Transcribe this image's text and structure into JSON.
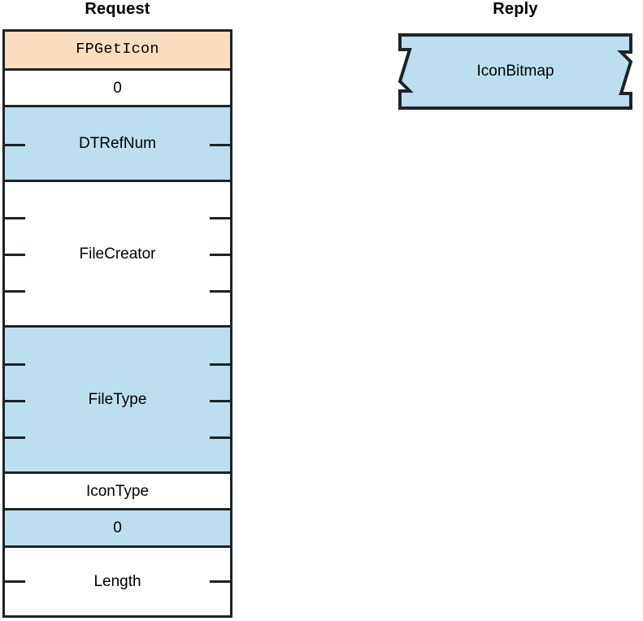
{
  "diagram": {
    "columns": {
      "request_title": "Request",
      "reply_title": "Reply"
    },
    "colors": {
      "command_fill": "#fadcbe",
      "alt_fill": "#bddeee",
      "plain_fill": "#ffffff",
      "stroke": "#1d2327"
    },
    "request_fields": [
      {
        "label": "FPGetIcon",
        "fill": "command",
        "mono": true,
        "ticks": 0
      },
      {
        "label": "0",
        "fill": "plain",
        "mono": false,
        "ticks": 0
      },
      {
        "label": "DTRefNum",
        "fill": "alt",
        "mono": false,
        "ticks": 1
      },
      {
        "label": "FileCreator",
        "fill": "plain",
        "mono": false,
        "ticks": 3
      },
      {
        "label": "FileType",
        "fill": "alt",
        "mono": false,
        "ticks": 3
      },
      {
        "label": "IconType",
        "fill": "plain",
        "mono": false,
        "ticks": 0
      },
      {
        "label": "0",
        "fill": "alt",
        "mono": false,
        "ticks": 0
      },
      {
        "label": "Length",
        "fill": "plain",
        "mono": false,
        "ticks": 1
      }
    ],
    "reply_fields": [
      {
        "label": "IconBitmap",
        "fill": "alt",
        "torn": true
      }
    ]
  }
}
